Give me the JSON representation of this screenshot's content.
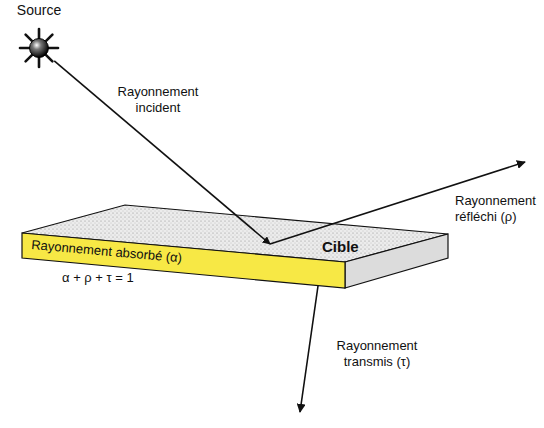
{
  "diagram": {
    "nodes": [
      {
        "text": [
          "Source"
        ]
      },
      {
        "text": [
          "Cible",
          "Rayonnement absorbé (α)"
        ]
      }
    ],
    "edges": [
      {
        "from": 0,
        "to": 1,
        "arrow": "to",
        "label": "Rayonnement incident"
      }
    ],
    "labels": [
      "Rayonnement réfléchi (ρ)",
      "Rayonnement transmis (τ)",
      "α + ρ + τ = 1"
    ]
  }
}
